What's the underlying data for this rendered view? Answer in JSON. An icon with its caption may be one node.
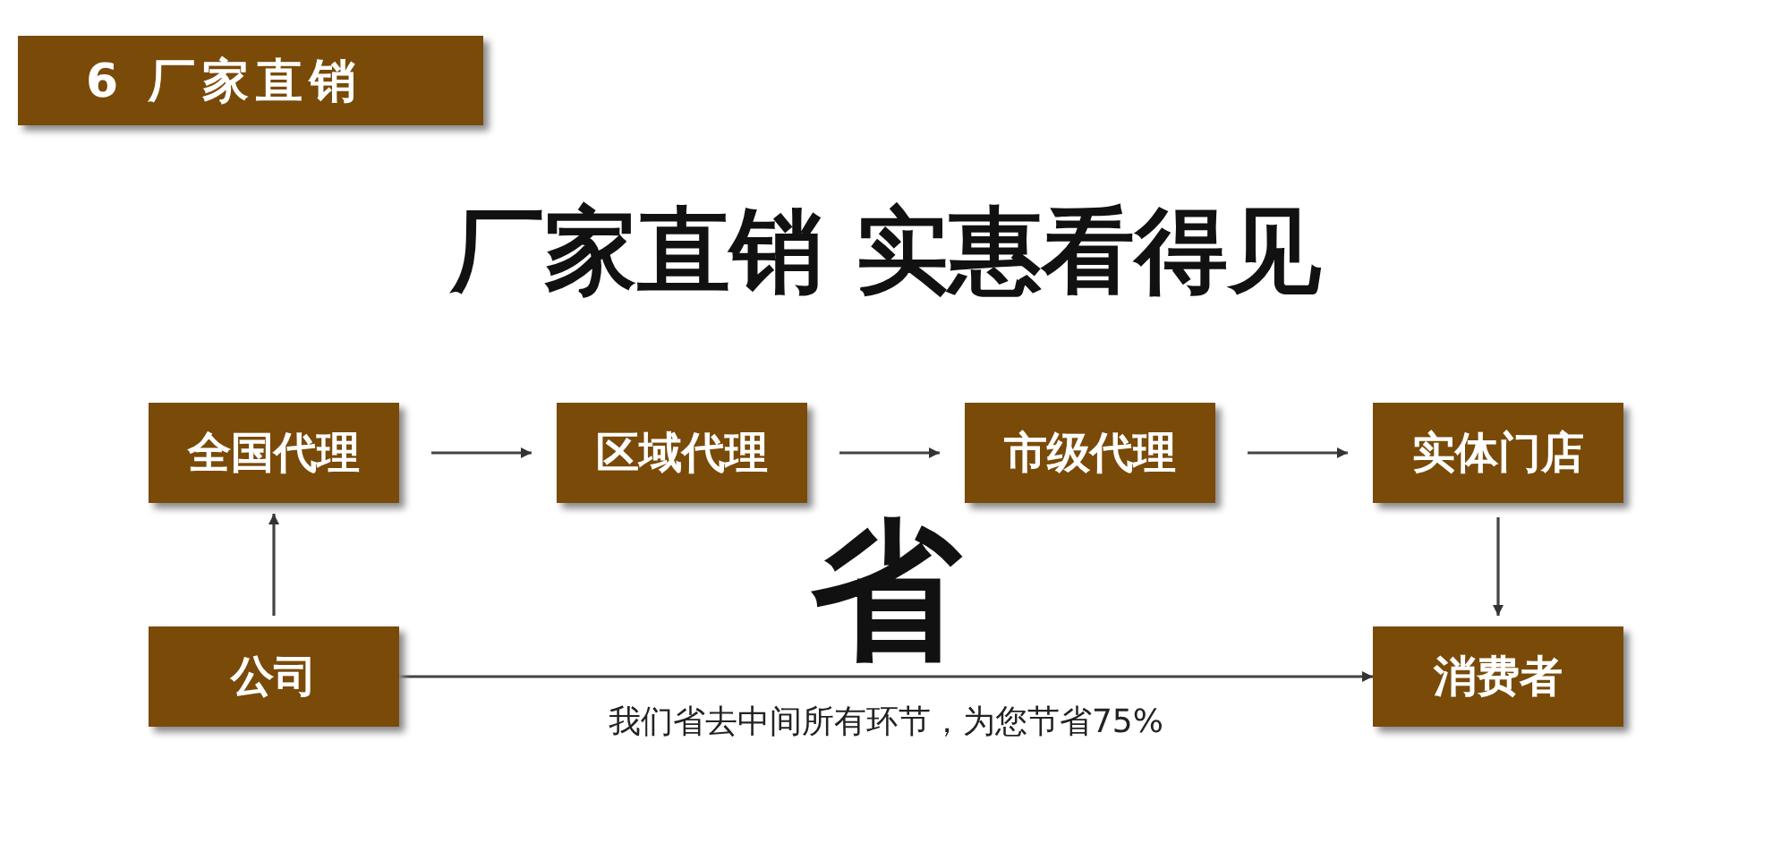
{
  "diagram": {
    "title": "厂家直销 实惠看得见",
    "nodes": [
      {
        "text": [
          "全国代理"
        ]
      },
      {
        "text": [
          "区域代理"
        ]
      },
      {
        "text": [
          "市级代理"
        ]
      },
      {
        "text": [
          "实体门店"
        ]
      },
      {
        "text": [
          "公司"
        ]
      },
      {
        "text": [
          "消费者"
        ]
      }
    ],
    "edges": [
      {
        "from": 0,
        "to": 1,
        "arrow": "to"
      },
      {
        "from": 1,
        "to": 2,
        "arrow": "to"
      },
      {
        "from": 2,
        "to": 3,
        "arrow": "to"
      },
      {
        "from": 4,
        "to": 0,
        "arrow": "to"
      },
      {
        "from": 3,
        "to": 5,
        "arrow": "to"
      },
      {
        "from": 4,
        "to": 5,
        "arrow": "to",
        "label": "省"
      }
    ],
    "labels": [
      "6 厂家直销",
      "我们省去中间所有环节，为您节省75%"
    ]
  }
}
